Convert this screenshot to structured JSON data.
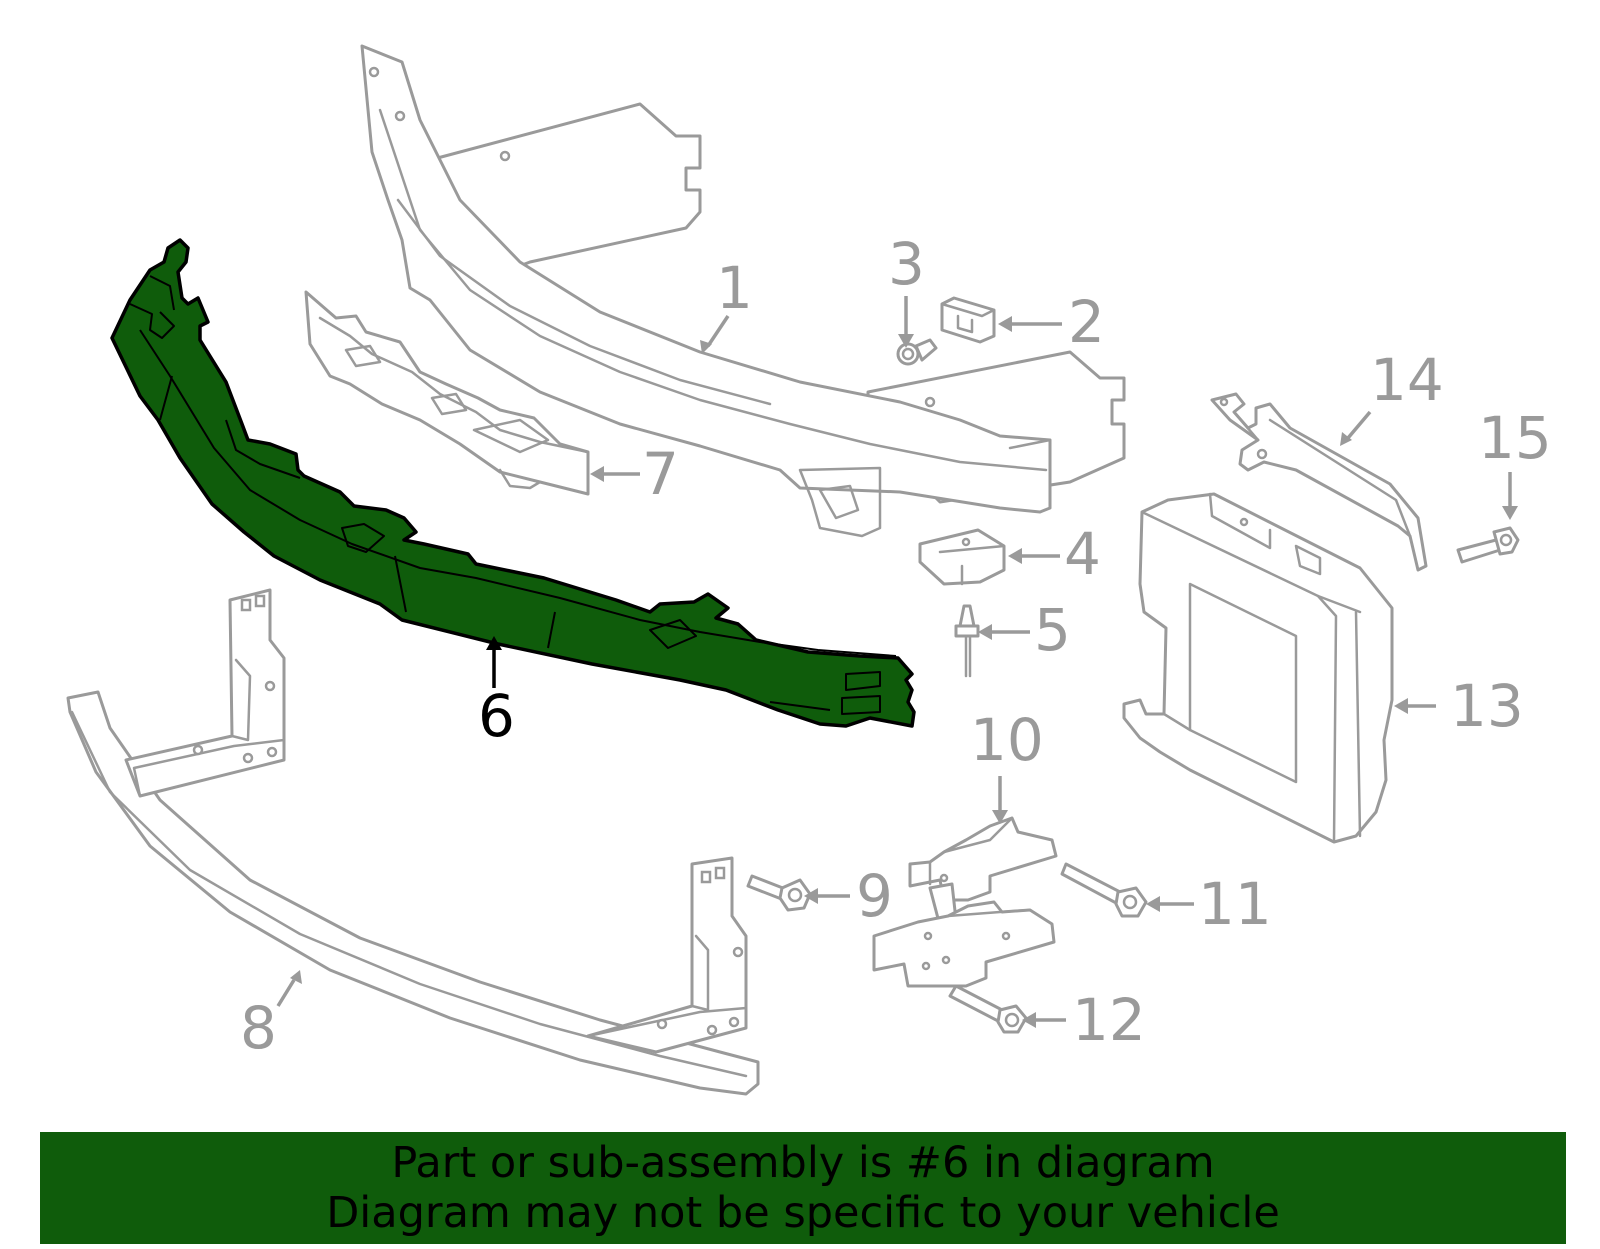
{
  "diagram": {
    "callouts": {
      "c1": "1",
      "c2": "2",
      "c3": "3",
      "c4": "4",
      "c5": "5",
      "c6": "6",
      "c7": "7",
      "c8": "8",
      "c9": "9",
      "c10": "10",
      "c11": "11",
      "c12": "12",
      "c13": "13",
      "c14": "14",
      "c15": "15"
    },
    "highlighted_part": "6"
  },
  "colors": {
    "highlight": "#0f5c0b",
    "line": "#9a9a9a",
    "banner": "#0f5c0b"
  },
  "banner": {
    "line1": "Part or sub-assembly is #6 in diagram",
    "line2": "Diagram may not be specific to your vehicle"
  }
}
